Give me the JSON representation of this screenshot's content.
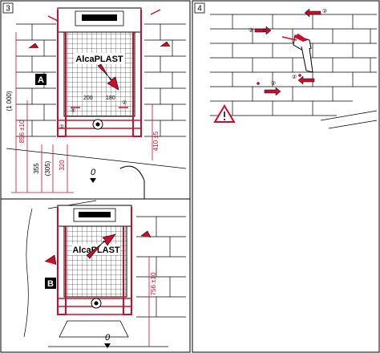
{
  "colors": {
    "accent": "#c8102e",
    "line": "#000000",
    "wall": "#ffffff"
  },
  "panel3": {
    "step": "3",
    "variant_a": "A",
    "variant_b": "B",
    "brand": "AlcaPLAST",
    "dims_a": {
      "d1000": "(1 000)",
      "d856": "856 ±10",
      "d355": "355",
      "d305": "(305)",
      "d320": "320",
      "d410": "410 ±5",
      "d200": "200",
      "d180": "180"
    },
    "dim_b": "756 ±10",
    "zero": "0",
    "callouts": [
      "①",
      "④",
      "②"
    ]
  },
  "panel4": {
    "step": "4",
    "callouts": [
      "②",
      "②",
      "②",
      "②"
    ],
    "warning_icon": "warning-triangle-icon"
  }
}
